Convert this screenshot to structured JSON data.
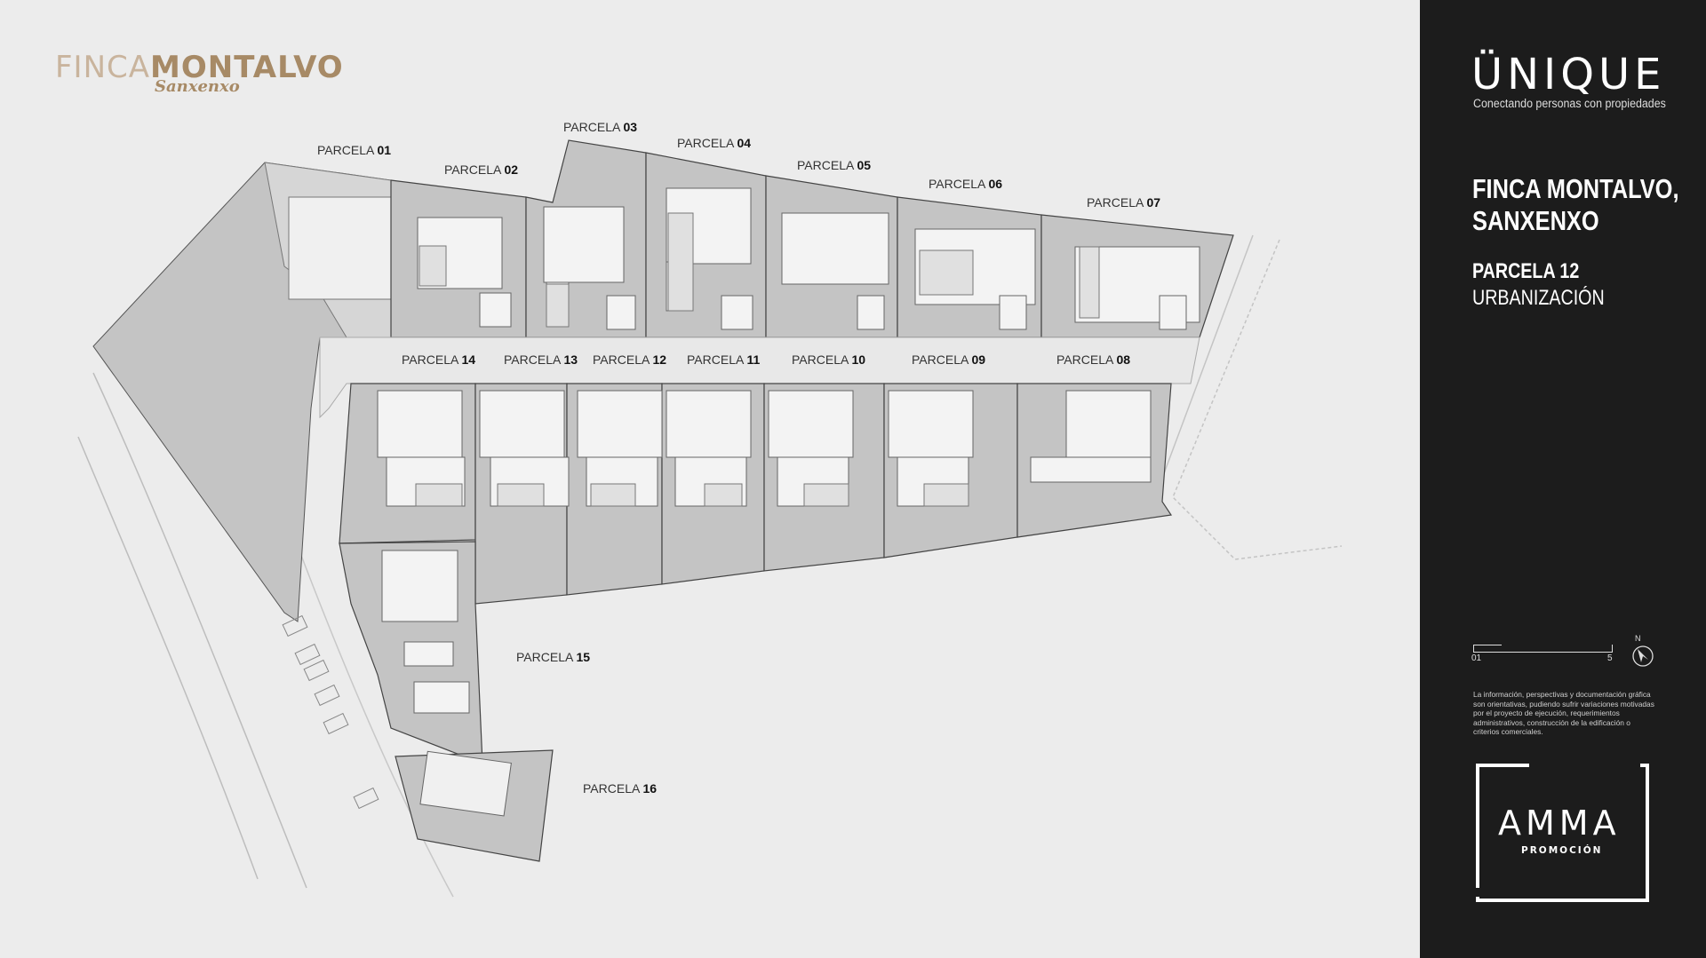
{
  "logo": {
    "light": "FINCA",
    "bold": "MONTALVO",
    "script": "Sanxenxo"
  },
  "plots": {
    "p01": {
      "label": "PARCELA",
      "num": "01"
    },
    "p02": {
      "label": "PARCELA",
      "num": "02"
    },
    "p03": {
      "label": "PARCELA",
      "num": "03"
    },
    "p04": {
      "label": "PARCELA",
      "num": "04"
    },
    "p05": {
      "label": "PARCELA",
      "num": "05"
    },
    "p06": {
      "label": "PARCELA",
      "num": "06"
    },
    "p07": {
      "label": "PARCELA",
      "num": "07"
    },
    "p08": {
      "label": "PARCELA",
      "num": "08"
    },
    "p09": {
      "label": "PARCELA",
      "num": "09"
    },
    "p10": {
      "label": "PARCELA",
      "num": "10"
    },
    "p11": {
      "label": "PARCELA",
      "num": "11"
    },
    "p12": {
      "label": "PARCELA",
      "num": "12"
    },
    "p13": {
      "label": "PARCELA",
      "num": "13"
    },
    "p14": {
      "label": "PARCELA",
      "num": "14"
    },
    "p15": {
      "label": "PARCELA",
      "num": "15"
    },
    "p16": {
      "label": "PARCELA",
      "num": "16"
    }
  },
  "sidebar": {
    "brand": "ÜNIQUE",
    "tagline": "Conectando personas con propiedades",
    "title_line1": "FINCA MONTALVO,",
    "title_line2": "SANXENXO",
    "subtitle": "PARCELA 12",
    "subtitle2": "URBANIZACIÓN",
    "scale_start": "01",
    "scale_end": "5",
    "north": "N",
    "disclaimer": "La información, perspectivas y documentación gráfica son orientativas, pudiendo sufrir variaciones motivadas por el proyecto de ejecución, requerimientos administrativos, construcción de la edificación o criterios comerciales.",
    "promoter": "AMMA",
    "promoter_sub": "PROMOCIÓN"
  },
  "colors": {
    "background": "#ececec",
    "plot_fill": "#c4c4c4",
    "sidebar": "#1c1c1c",
    "logo_gold": "#a78a66"
  }
}
